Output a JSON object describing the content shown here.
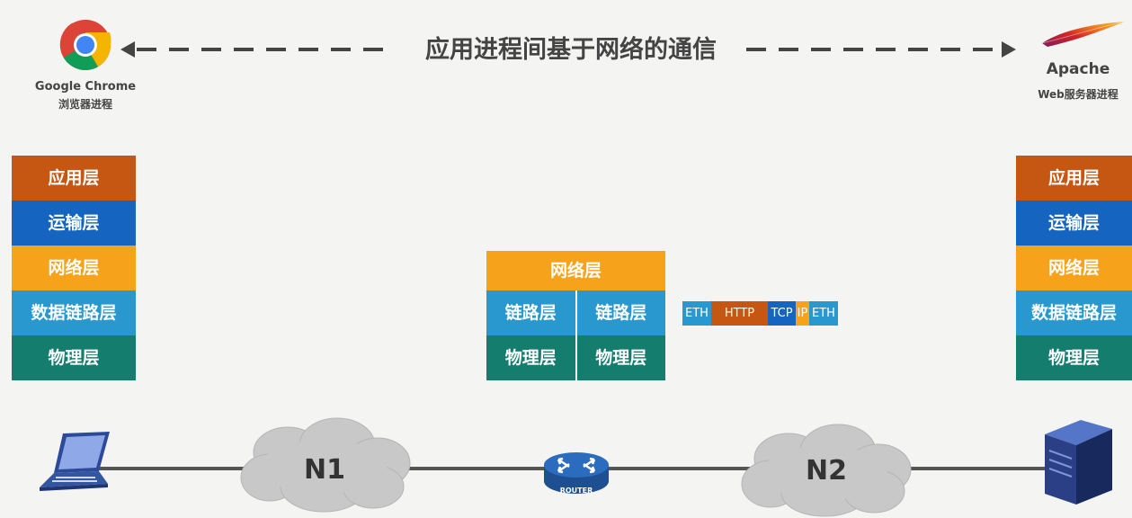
{
  "title": "应用进程间基于网络的通信",
  "client": {
    "name": "Google Chrome",
    "sub": "浏览器进程"
  },
  "server": {
    "name": "Apache",
    "sub": "Web服务器进程"
  },
  "host_layers": [
    "应用层",
    "运输层",
    "网络层",
    "数据链路层",
    "物理层"
  ],
  "router_stack": {
    "top": "网络层",
    "link": [
      "链路层",
      "链路层"
    ],
    "phys": [
      "物理层",
      "物理层"
    ]
  },
  "packet": [
    "ETH",
    "HTTP",
    "TCP",
    "IP",
    "ETH"
  ],
  "networks": {
    "n1": "N1",
    "n2": "N2"
  },
  "router_label": "ROUTER",
  "colors": {
    "application": "#c55712",
    "transport": "#1565c0",
    "network": "#f7a21b",
    "link": "#2898cf",
    "physical": "#147d6e"
  }
}
